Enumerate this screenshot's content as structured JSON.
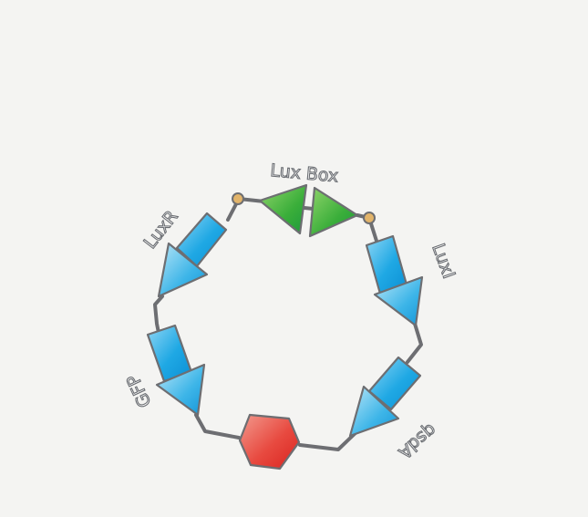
{
  "diagram": {
    "labels": {
      "lux_box": "Lux Box",
      "luxr": "LuxR",
      "luxi": "LuxI",
      "gfp": "GFP",
      "qsda": "qsdA"
    },
    "colors": {
      "background": "#f4f4f2",
      "backbone": "#6d6e72",
      "promoter_green": "#3db03a",
      "gene_blue": "#1aa3e0",
      "origin_red": "#e33a35",
      "junction_tan": "#e2b46a"
    },
    "parts": [
      {
        "type": "promoter",
        "name": "lux-box-left-promoter",
        "color": "promoter_green"
      },
      {
        "type": "promoter",
        "name": "lux-box-right-promoter",
        "color": "promoter_green"
      },
      {
        "type": "gene",
        "name": "luxr-gene",
        "color": "gene_blue"
      },
      {
        "type": "gene",
        "name": "luxi-gene",
        "color": "gene_blue"
      },
      {
        "type": "gene",
        "name": "gfp-gene",
        "color": "gene_blue"
      },
      {
        "type": "gene",
        "name": "qsda-gene",
        "color": "gene_blue"
      },
      {
        "type": "origin",
        "name": "origin-hexagon",
        "color": "origin_red"
      }
    ]
  }
}
